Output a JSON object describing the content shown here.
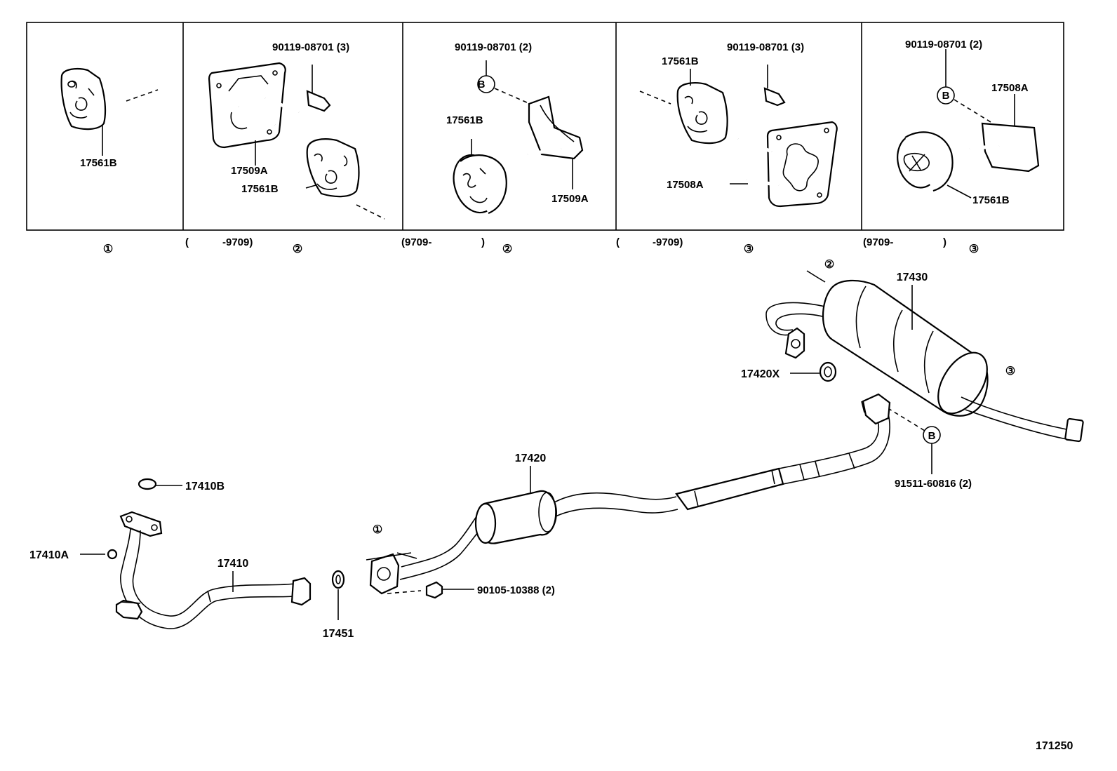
{
  "inset_panels": [
    {
      "callout": "①",
      "range_start": "",
      "range_end": "",
      "labels": [
        "17561B"
      ]
    },
    {
      "callout": "②",
      "range_start": "(",
      "range_end": "-9709)",
      "labels": [
        "90119-08701 (3)",
        "17509A",
        "17561B"
      ]
    },
    {
      "callout": "②",
      "range_start": "(9709-",
      "range_end": ")",
      "labels": [
        "90119-08701 (2)",
        "B",
        "17561B",
        "17509A"
      ]
    },
    {
      "callout": "③",
      "range_start": "(",
      "range_end": "-9709)",
      "labels": [
        "17561B",
        "90119-08701 (3)",
        "17508A"
      ]
    },
    {
      "callout": "③",
      "range_start": "(9709-",
      "range_end": ")",
      "labels": [
        "90119-08701 (2)",
        "B",
        "17508A",
        "17561B"
      ]
    }
  ],
  "main_labels": {
    "muffler_tail": "17430",
    "hanger_ref_2": "②",
    "hanger_ref_3": "③",
    "hanger_ref_1": "①",
    "gasket_17420x": "17420X",
    "bolt_ref_b": "B",
    "bolt_91511": "91511-60816 (2)",
    "center_pipe": "17420",
    "gasket_17410b": "17410B",
    "clamp_17410a": "17410A",
    "front_pipe": "17410",
    "gasket_17451": "17451",
    "bolt_90105": "90105-10388 (2)"
  },
  "figure_number": "171250"
}
